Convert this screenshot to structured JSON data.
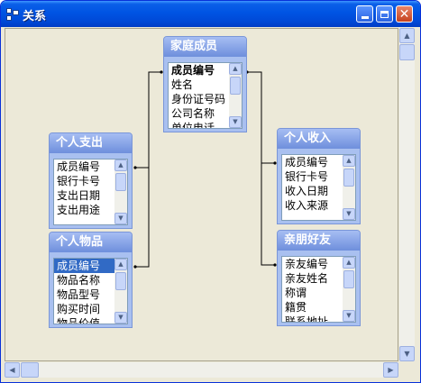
{
  "window": {
    "title": "关系"
  },
  "tables": [
    {
      "id": "family",
      "title": "家庭成员",
      "fields": [
        "成员编号",
        "姓名",
        "身份证号码",
        "公司名称",
        "单位电话"
      ]
    },
    {
      "id": "expense",
      "title": "个人支出",
      "fields": [
        "成员编号",
        "银行卡号",
        "支出日期",
        "支出用途"
      ]
    },
    {
      "id": "income",
      "title": "个人收入",
      "fields": [
        "成员编号",
        "银行卡号",
        "收入日期",
        "收入来源"
      ]
    },
    {
      "id": "items",
      "title": "个人物品",
      "fields": [
        "成员编号",
        "物品名称",
        "物品型号",
        "购买时间",
        "物品价值"
      ]
    },
    {
      "id": "friends",
      "title": "亲朋好友",
      "fields": [
        "亲友编号",
        "亲友姓名",
        "称谓",
        "籍贯",
        "联系地址"
      ]
    }
  ]
}
